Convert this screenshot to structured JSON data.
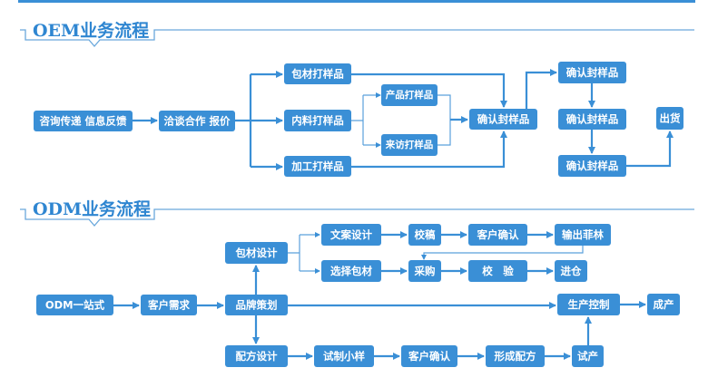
{
  "colors": {
    "accent": "#3a8fd6",
    "frame": "#6aa8dc",
    "title": "#2f86d1"
  },
  "oem": {
    "title": "OEM业务流程",
    "nodes": {
      "consult": "咨询传递 信息反馈",
      "negotiate": "洽谈合作 报价",
      "pack_sample": "包材打样品",
      "inner_sample": "内料打样品",
      "process_sample": "加工打样品",
      "product_sample": "产品打样品",
      "visit_sample": "来访打样品",
      "confirm_mid": "确认封样品",
      "confirm_r1": "确认封样品",
      "confirm_r2": "确认封样品",
      "confirm_r3": "确认封样品",
      "ship": "出货"
    }
  },
  "odm": {
    "title": "ODM业务流程",
    "nodes": {
      "one_stop": "ODM一站式",
      "demand": "客户需求",
      "brand": "品牌策划",
      "pack_design": "包材设计",
      "formula_design": "配方设计",
      "copy_design": "文案设计",
      "choose_pack": "选择包材",
      "proof": "校稿",
      "purchase": "采购",
      "client_confirm_top": "客户确认",
      "inspect": "校　验",
      "output_film": "输出菲林",
      "warehouse": "进仓",
      "prod_control": "生产控制",
      "finished": "成产",
      "trial_sample": "试制小样",
      "client_confirm_bottom": "客户确认",
      "form_formula": "形成配方",
      "trial_prod": "试产"
    }
  }
}
